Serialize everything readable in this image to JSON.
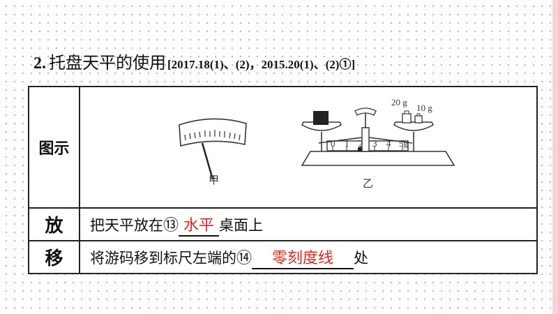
{
  "heading": {
    "number": "2.",
    "title": "托盘天平的使用",
    "ref": "[2017.18(1)、(2)，2015.20(1)、(2)①]"
  },
  "table": {
    "row_figure": {
      "label": "图示",
      "fig_jia_label": "甲",
      "fig_yi_label": "乙",
      "weight_20": "20 g",
      "weight_10": "10 g",
      "scale_ticks": [
        "0",
        "1",
        "2",
        "3",
        "4",
        "5g"
      ]
    },
    "row_place": {
      "label": "放",
      "text_before": "把天平放在",
      "marker": "⑬",
      "answer": "水平",
      "text_after": "桌面上"
    },
    "row_move": {
      "label": "移",
      "text_before": "将游码移到标尺左端的",
      "marker": "⑭",
      "answer": "零刻度线",
      "text_after": "处"
    }
  },
  "colors": {
    "answer": "#e0241b",
    "dots": "#e9a7b4",
    "border": "#222222"
  }
}
